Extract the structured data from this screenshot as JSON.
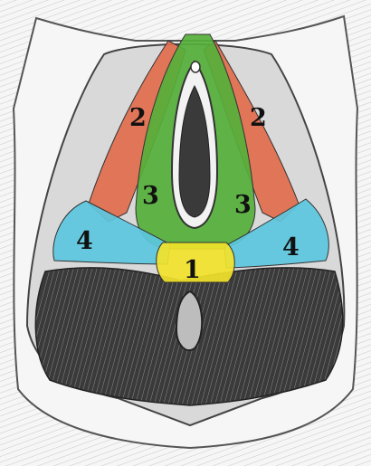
{
  "labels": {
    "bulbospongiosus": "2",
    "ischiocavernosus": "3",
    "superficial_transverse": "4",
    "central_tendon": "1"
  },
  "colors": {
    "bulbospongiosus": "#e26d4d",
    "ischiocavernosus": "#55b03a",
    "superficial_transverse": "#5cc7de",
    "central_tendon": "#f2e32a",
    "dark_muscle": "#2a2a2a",
    "outline": "#333333",
    "background": "#ffffff"
  }
}
